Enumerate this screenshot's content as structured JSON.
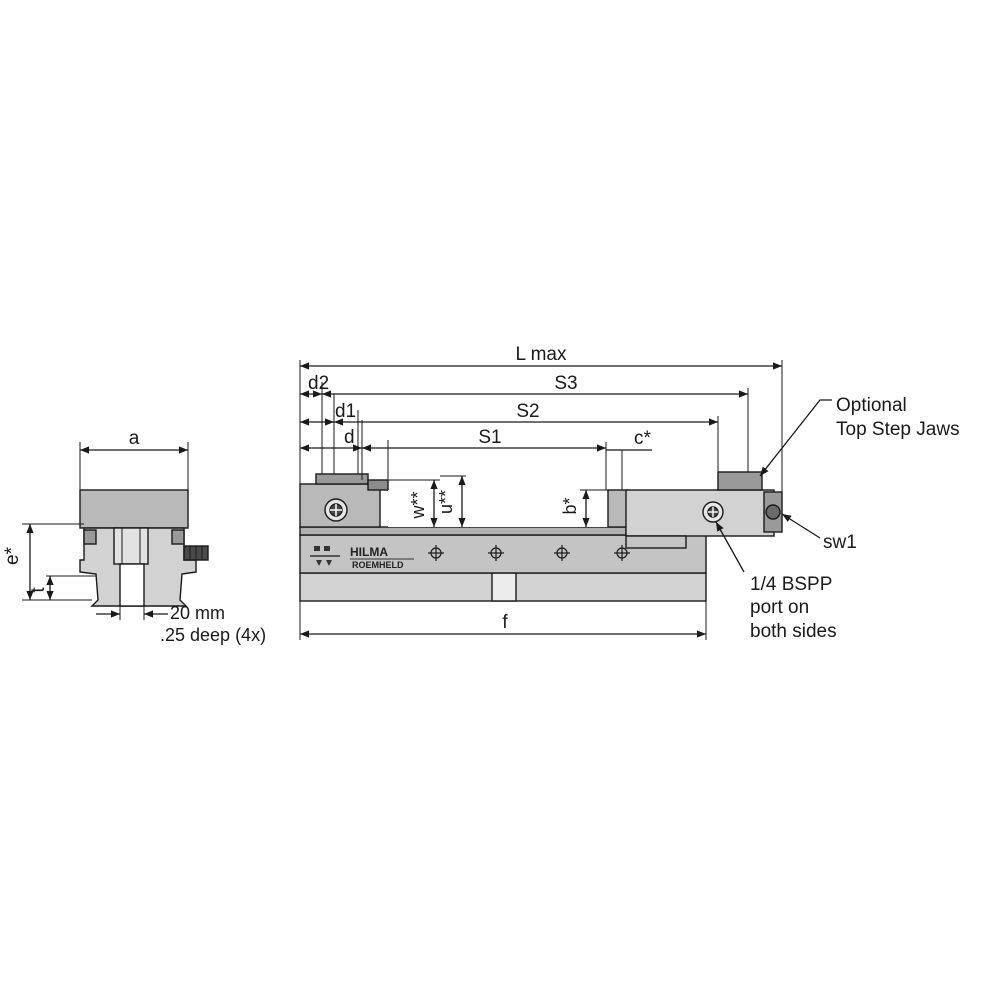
{
  "labels": {
    "a": "a",
    "e": "e*",
    "t": "t",
    "bolt_size": "20 mm",
    "bolt_depth": ".25 deep (4x)",
    "lmax": "L max",
    "d2": "d2",
    "s3": "S3",
    "d1": "d1",
    "s2": "S2",
    "d": "d",
    "s1": "S1",
    "c": "c*",
    "w": "w**",
    "u": "u**",
    "b": "b*",
    "f": "f",
    "optional_line1": "Optional",
    "optional_line2": "Top Step Jaws",
    "sw1": "sw1",
    "port_line1": "1/4 BSPP",
    "port_line2": "port on",
    "port_line3": "both sides"
  },
  "brand": {
    "name": "HILMA",
    "sub": "ROEMHELD"
  },
  "colors": {
    "jaw_gray": "#b9b9b9",
    "body_gray": "#d2d2d2",
    "dark_gray": "#9a9a9a",
    "line": "#1a1a1a"
  }
}
